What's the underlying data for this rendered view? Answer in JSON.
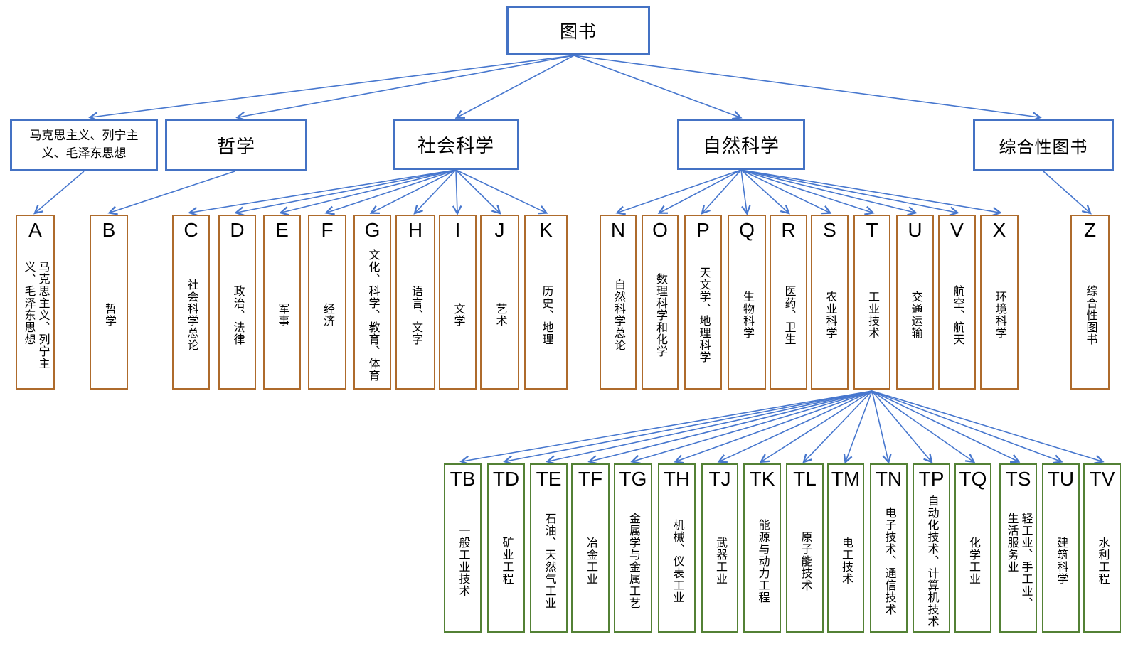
{
  "root": {
    "label": "图书"
  },
  "level2": [
    {
      "label": [
        "马克思主义、列宁主",
        "义、毛泽东思想"
      ]
    },
    {
      "label": "哲学"
    },
    {
      "label": "社会科学"
    },
    {
      "label": "自然科学"
    },
    {
      "label": "综合性图书"
    }
  ],
  "categories": [
    {
      "code": "A",
      "name": [
        "马克思主义、列宁主",
        "义、毛泽东思想"
      ]
    },
    {
      "code": "B",
      "name": "哲学"
    },
    {
      "code": "C",
      "name": "社会科学总论"
    },
    {
      "code": "D",
      "name": "政治、法律"
    },
    {
      "code": "E",
      "name": "军事"
    },
    {
      "code": "F",
      "name": "经济"
    },
    {
      "code": "G",
      "name": "文化、科学、教育、体育"
    },
    {
      "code": "H",
      "name": "语言、文字"
    },
    {
      "code": "I",
      "name": "文学"
    },
    {
      "code": "J",
      "name": "艺术"
    },
    {
      "code": "K",
      "name": "历史、地理"
    },
    {
      "code": "N",
      "name": "自然科学总论"
    },
    {
      "code": "O",
      "name": "数理科学和化学"
    },
    {
      "code": "P",
      "name": "天文学、地理科学"
    },
    {
      "code": "Q",
      "name": "生物科学"
    },
    {
      "code": "R",
      "name": "医药、卫生"
    },
    {
      "code": "S",
      "name": "农业科学"
    },
    {
      "code": "T",
      "name": "工业技术"
    },
    {
      "code": "U",
      "name": "交通运输"
    },
    {
      "code": "V",
      "name": "航空、航天"
    },
    {
      "code": "X",
      "name": "环境科学"
    },
    {
      "code": "Z",
      "name": "综合性图书"
    }
  ],
  "industry": [
    {
      "code": "TB",
      "name": "一般工业技术"
    },
    {
      "code": "TD",
      "name": "矿业工程"
    },
    {
      "code": "TE",
      "name": "石油、天然气工业"
    },
    {
      "code": "TF",
      "name": "冶金工业"
    },
    {
      "code": "TG",
      "name": "金属学与金属工艺"
    },
    {
      "code": "TH",
      "name": "机械、仪表工业"
    },
    {
      "code": "TJ",
      "name": "武器工业"
    },
    {
      "code": "TK",
      "name": "能源与动力工程"
    },
    {
      "code": "TL",
      "name": "原子能技术"
    },
    {
      "code": "TM",
      "name": "电工技术"
    },
    {
      "code": "TN",
      "name": "电子技术、通信技术"
    },
    {
      "code": "TP",
      "name": "自动化技术、计算机技术"
    },
    {
      "code": "TQ",
      "name": "化学工业"
    },
    {
      "code": "TS",
      "name": [
        "轻工业、手工业、",
        "生活服务业"
      ]
    },
    {
      "code": "TU",
      "name": "建筑科学"
    },
    {
      "code": "TV",
      "name": "水利工程"
    }
  ],
  "colors": {
    "line_blue": "#4777CE",
    "box_blue": "#4472C4",
    "box_brown": "#AE6B2C",
    "box_green": "#538135"
  }
}
